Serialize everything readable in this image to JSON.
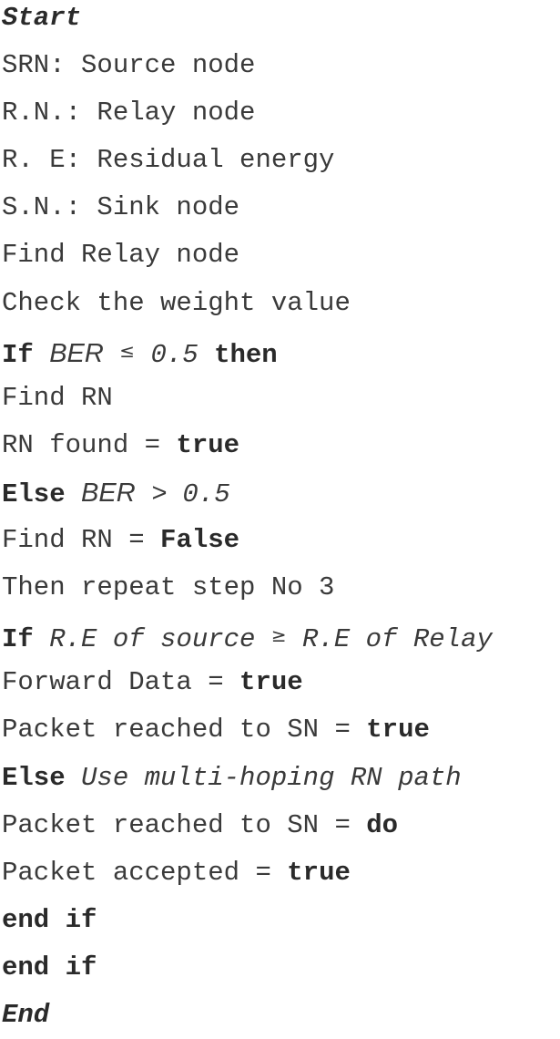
{
  "lines": {
    "l01": "Start",
    "l02": "SRN: Source node",
    "l03": "R.N.: Relay node",
    "l04": "R. E: Residual energy",
    "l05": "S.N.: Sink node",
    "l06": "Find Relay node",
    "l07": "Check the weight value",
    "l08": {
      "kw": "If",
      "cond_a": "BER",
      "op": "≤",
      "cond_b": "0.5",
      "kw2": "then"
    },
    "l09": "Find RN",
    "l10": {
      "text": "RN found =",
      "val": "true"
    },
    "l11": {
      "kw": "Else",
      "cond_a": "BER",
      "op": ">",
      "cond_b": "0.5"
    },
    "l12": {
      "text": "Find RN =",
      "val": "False"
    },
    "l13": "Then repeat step No 3",
    "l14": {
      "kw": "If",
      "cond_a": "R.E of source",
      "op": "≥",
      "cond_b": "R.E of Relay"
    },
    "l15": {
      "text": "Forward Data =",
      "val": "true"
    },
    "l16": {
      "text": "Packet reached to SN =",
      "val": "true"
    },
    "l17": {
      "kw": "Else",
      "cond": "Use multi-hoping RN path"
    },
    "l18": {
      "text": "Packet reached to SN =",
      "val": "do"
    },
    "l19": {
      "text": "Packet accepted =",
      "val": "true"
    },
    "l20": "end if",
    "l21": "end if",
    "l22": "End"
  }
}
